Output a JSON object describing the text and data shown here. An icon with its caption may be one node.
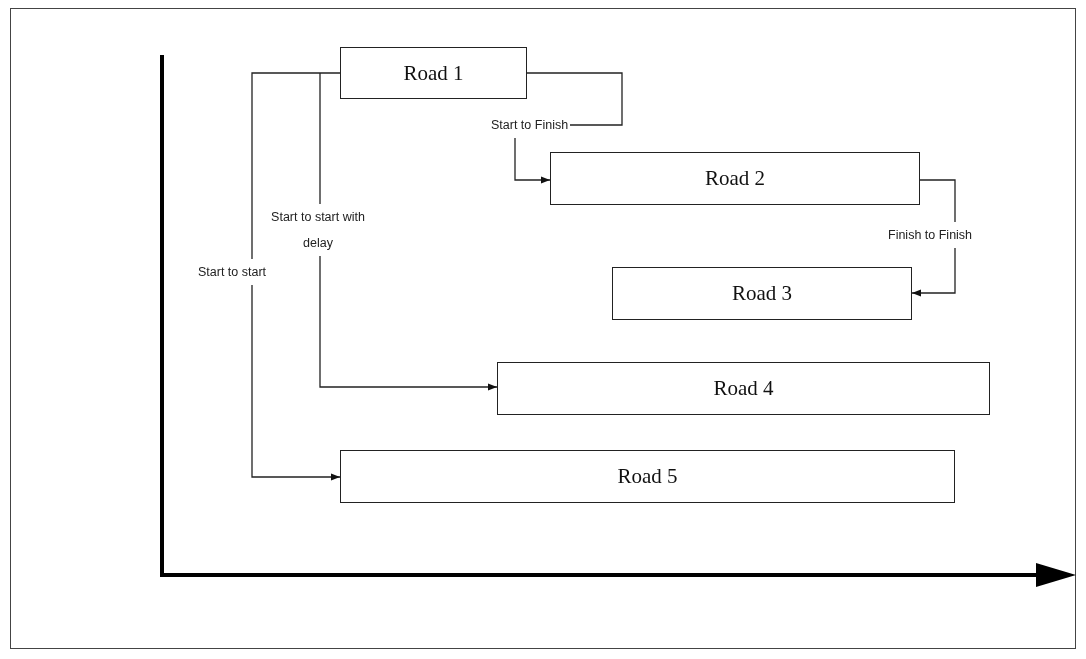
{
  "diagram": {
    "nodes": [
      {
        "text": [
          "Road 1"
        ]
      },
      {
        "text": [
          "Road 2"
        ]
      },
      {
        "text": [
          "Road 3"
        ]
      },
      {
        "text": [
          "Road 4"
        ]
      },
      {
        "text": [
          "Road 5"
        ]
      }
    ],
    "edges": [
      {
        "from": 0,
        "to": 1,
        "arrow": "to",
        "label": "Start to Finish"
      },
      {
        "from": 1,
        "to": 2,
        "arrow": "to",
        "label": "Finish to Finish"
      },
      {
        "from": 0,
        "to": 3,
        "arrow": "to",
        "label": "Start to start with delay"
      },
      {
        "from": 0,
        "to": 4,
        "arrow": "to",
        "label": "Start to start"
      }
    ]
  }
}
